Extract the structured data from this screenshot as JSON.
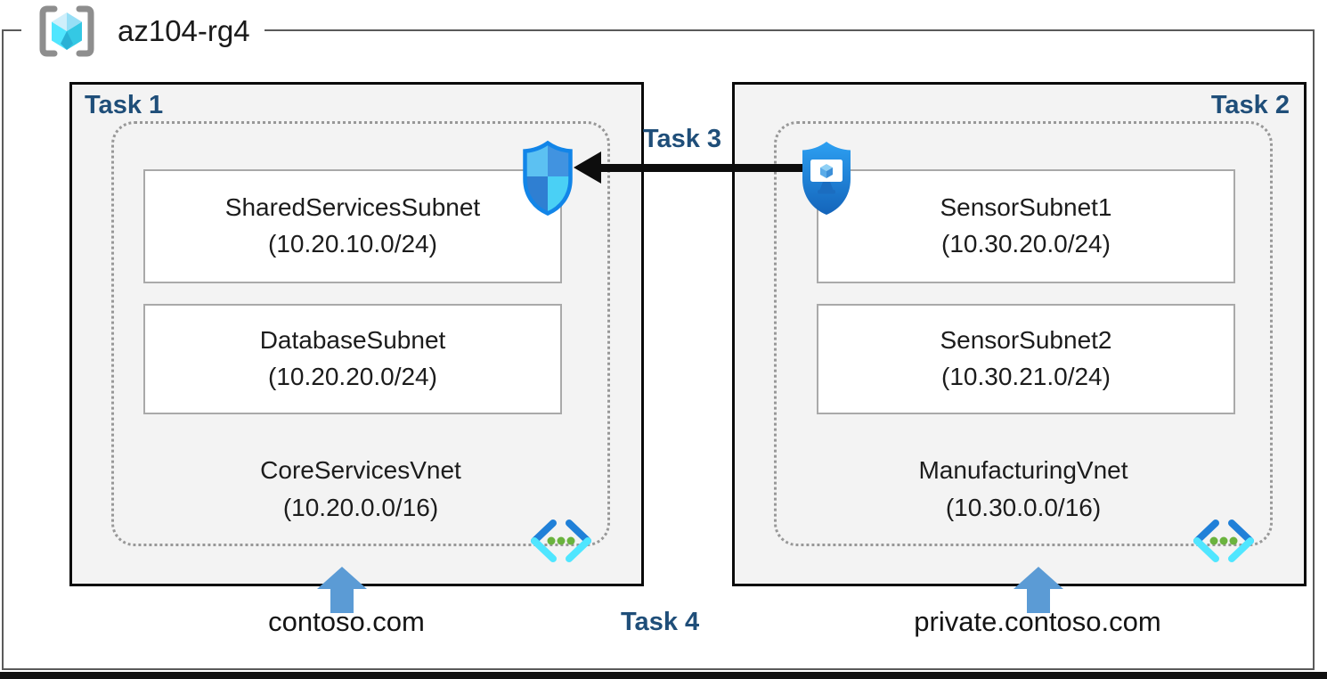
{
  "resource_group": {
    "name": "az104-rg4"
  },
  "left_box": {
    "task_label": "Task 1",
    "vnet_name": "CoreServicesVnet",
    "vnet_cidr": "(10.20.0.0/16)",
    "subnets": [
      {
        "name": "SharedServicesSubnet",
        "cidr": "(10.20.10.0/24)"
      },
      {
        "name": "DatabaseSubnet",
        "cidr": "(10.20.20.0/24)"
      }
    ],
    "dns_label": "contoso.com"
  },
  "right_box": {
    "task_label": "Task 2",
    "vnet_name": "ManufacturingVnet",
    "vnet_cidr": "(10.30.0.0/16)",
    "subnets": [
      {
        "name": "SensorSubnet1",
        "cidr": "(10.30.20.0/24)"
      },
      {
        "name": "SensorSubnet2",
        "cidr": "(10.30.21.0/24)"
      }
    ],
    "dns_label": "private.contoso.com"
  },
  "connection": {
    "label": "Task 3"
  },
  "footer": {
    "task_label": "Task 4"
  },
  "icons": {
    "resource_group": "resource-group-icon",
    "network_security_group": "nsg-shield-icon",
    "bastion": "bastion-shield-icon",
    "virtual_network": "vnet-chevron-icon",
    "peering_arrow": "black-left-arrow",
    "dns_arrow": "blue-up-block-arrow"
  },
  "colors": {
    "task_label": "#1F4E79",
    "box_background": "#F3F3F3",
    "box_border": "#0A0A0A",
    "subnet_border": "#A9A9A9",
    "dotted_border": "#989898",
    "frame_border": "#5A5A5A",
    "arrow_black": "#0D0D0D",
    "dns_arrow_blue": "#5B9BD5",
    "vnet_cyan": "#50E6FF",
    "vnet_blue": "#2080D8",
    "dot_green": "#6AB33E",
    "shield_border_blue": "#1285E8"
  }
}
